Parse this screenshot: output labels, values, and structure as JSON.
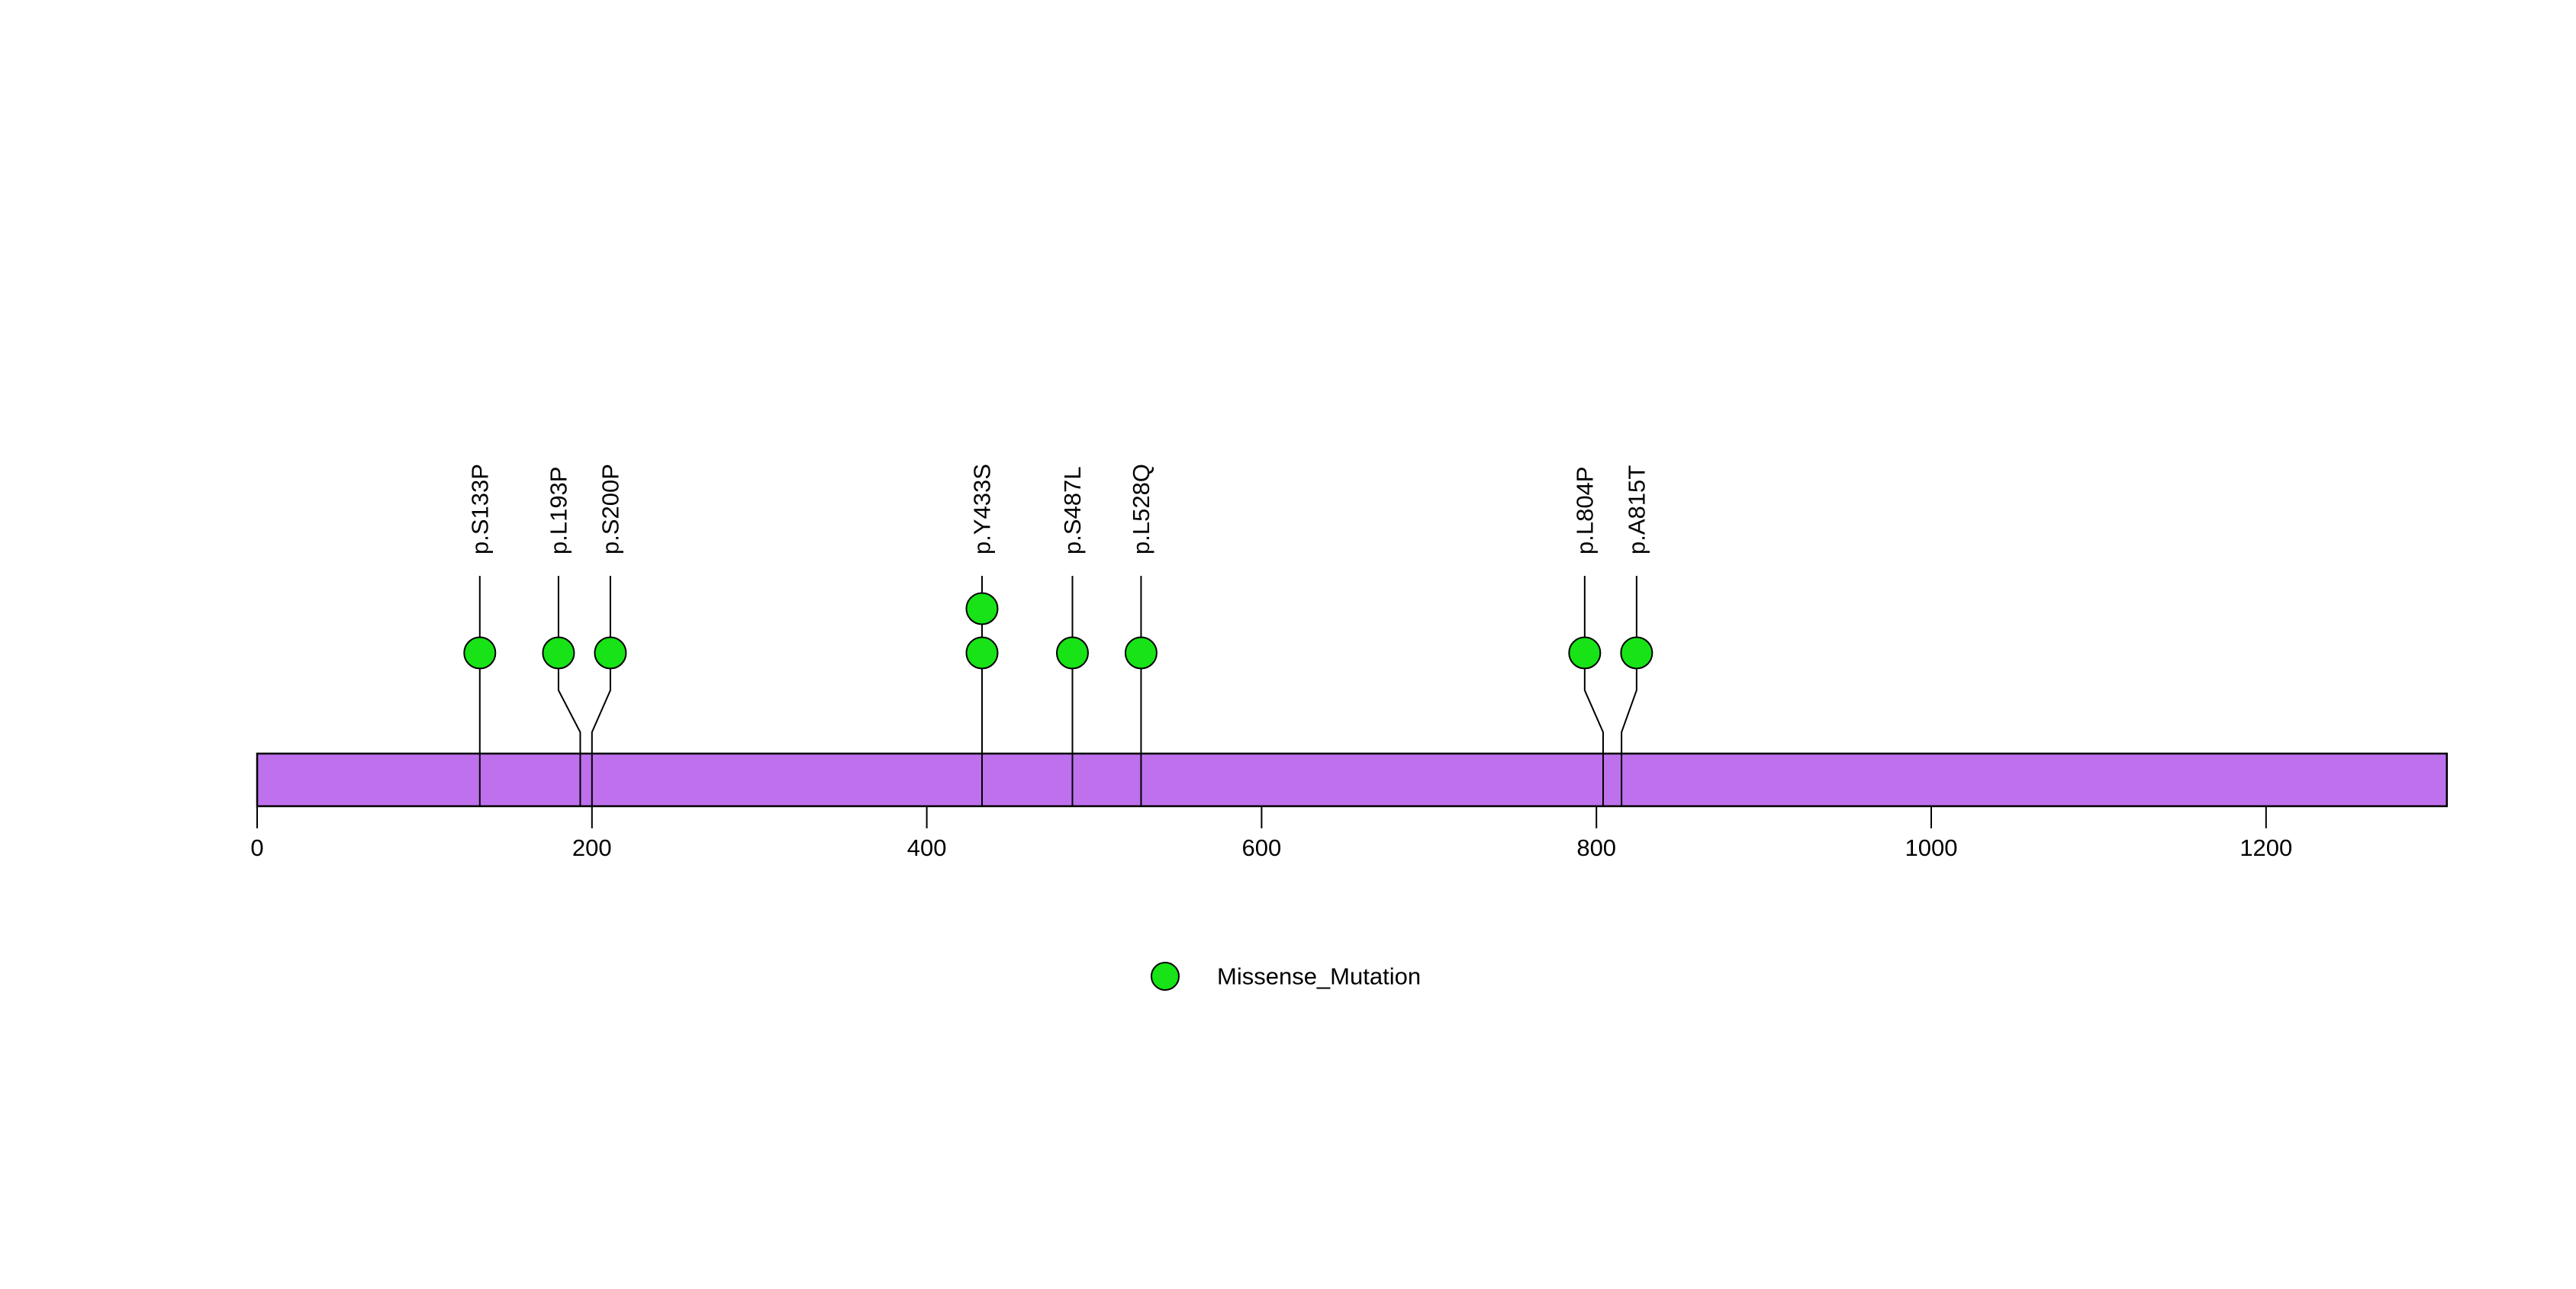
{
  "chart_data": {
    "type": "lollipop",
    "title": "",
    "xlabel": "",
    "backbone": {
      "start": 0,
      "end": 1308,
      "color": "#BE70ED",
      "border_color": "#000000"
    },
    "x_ticks": [
      0,
      200,
      400,
      600,
      800,
      1000,
      1200
    ],
    "mutation_types": [
      {
        "name": "Missense_Mutation",
        "color": "#17E317"
      }
    ],
    "mutations": [
      {
        "label": "p.S133P",
        "position": 133,
        "display_position": 133,
        "count": 1,
        "type": "Missense_Mutation"
      },
      {
        "label": "p.L193P",
        "position": 193,
        "display_position": 180,
        "count": 1,
        "type": "Missense_Mutation"
      },
      {
        "label": "p.S200P",
        "position": 200,
        "display_position": 211,
        "count": 1,
        "type": "Missense_Mutation"
      },
      {
        "label": "p.Y433S",
        "position": 433,
        "display_position": 433,
        "count": 2,
        "type": "Missense_Mutation"
      },
      {
        "label": "p.S487L",
        "position": 487,
        "display_position": 487,
        "count": 1,
        "type": "Missense_Mutation"
      },
      {
        "label": "p.L528Q",
        "position": 528,
        "display_position": 528,
        "count": 1,
        "type": "Missense_Mutation"
      },
      {
        "label": "p.L804P",
        "position": 804,
        "display_position": 793,
        "count": 1,
        "type": "Missense_Mutation"
      },
      {
        "label": "p.A815T",
        "position": 815,
        "display_position": 824,
        "count": 1,
        "type": "Missense_Mutation"
      }
    ],
    "legend": [
      {
        "label": "Missense_Mutation",
        "color": "#17E317"
      }
    ]
  }
}
